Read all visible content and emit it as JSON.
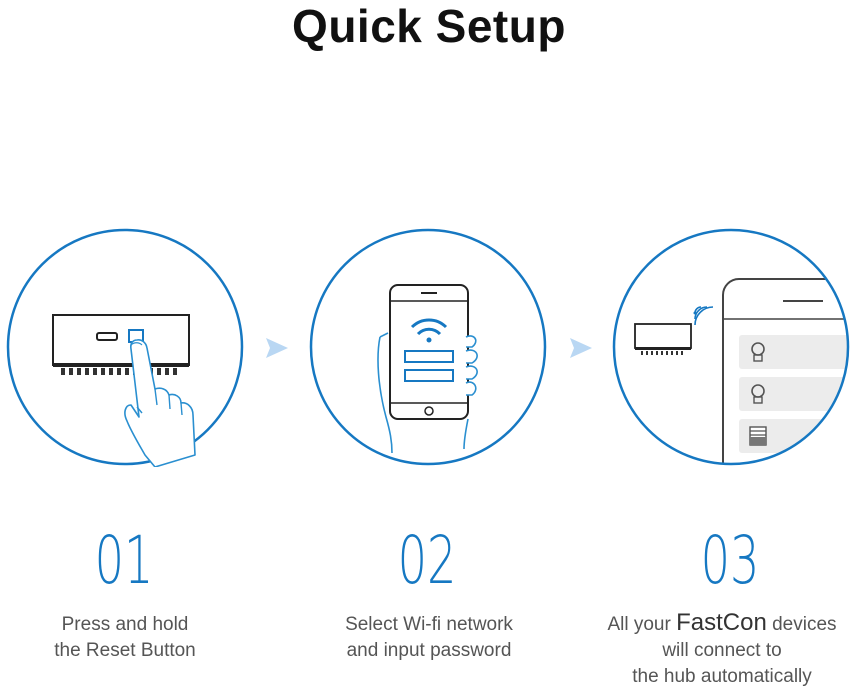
{
  "page": {
    "title": "Quick Setup",
    "accent_color": "#1678c2",
    "arrow_color": "#b9d7f3"
  },
  "steps": [
    {
      "number": "01",
      "line1": "Press and hold",
      "line2": "the Reset Button",
      "illustration": "hub-reset-finger-icon"
    },
    {
      "number": "02",
      "line1": "Select Wi-fi network",
      "line2": "and input password",
      "illustration": "phone-wifi-icon"
    },
    {
      "number": "03",
      "line1_pre": "All your",
      "brand": "FastCon",
      "line1_post": "devices",
      "line2": "will connect to",
      "line3": "the hub automatically",
      "illustration": "hub-connect-devices-icon"
    }
  ]
}
